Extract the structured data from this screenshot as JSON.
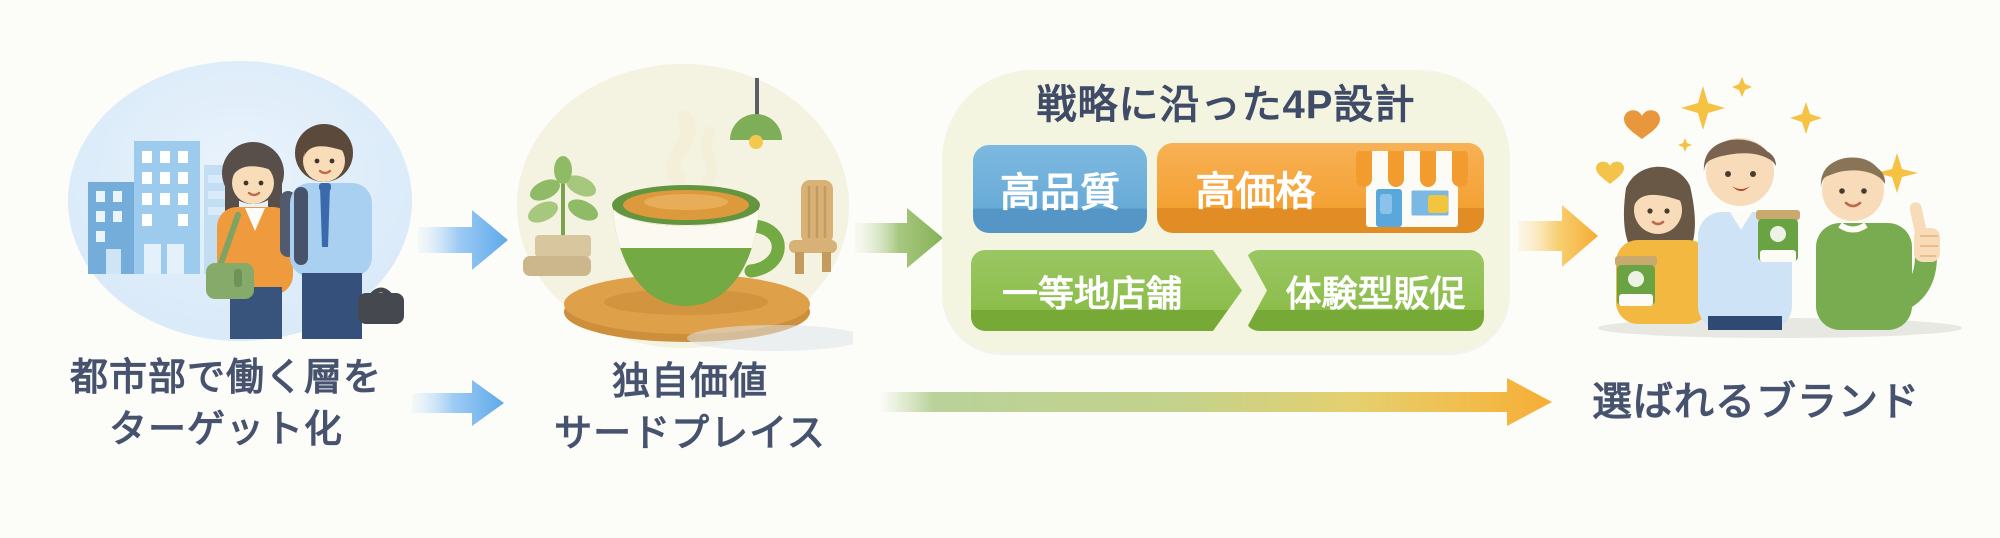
{
  "flow": {
    "step1": {
      "caption_line1": "都市部で働く層を",
      "caption_line2": "ターゲット化",
      "illustration": "city-commuters-in-blue-circle"
    },
    "step2": {
      "caption_line1": "独自価値",
      "caption_line2": "サードプレイス",
      "illustration": "green-coffee-cup-cafe-scene"
    },
    "step3": {
      "title": "戦略に沿った4P設計",
      "pills": [
        {
          "label": "高品質",
          "color": "#68abd7"
        },
        {
          "label": "高価格",
          "color": "#f4a133",
          "icon": "storefront-icon"
        },
        {
          "label": "一等地店舗",
          "color": "#8cbd4b"
        },
        {
          "label": "体験型販促",
          "color": "#8cbd4b"
        }
      ]
    },
    "step4": {
      "caption": "選ばれるブランド",
      "illustration": "happy-customers-with-cups"
    }
  },
  "colors": {
    "background": "#fcfcf8",
    "caption_text": "#46526e",
    "title_text": "#3f4b67",
    "circle1_bg": "#ddecf9",
    "circle2_bg": "#f4f2e0",
    "fourp_box_bg": "#f3f5e1",
    "arrow_blue": "#64abe9",
    "arrow_green": "#8ab45c",
    "arrow_yellow": "#f6ae36",
    "long_arrow_start": "#adc988",
    "long_arrow_end": "#f5ae36"
  },
  "icons": [
    "arrow-right-blue-icon",
    "arrow-right-green-icon",
    "arrow-right-yellow-icon",
    "long-gradient-arrow-icon",
    "storefront-icon",
    "heart-icon",
    "sparkle-icon"
  ]
}
